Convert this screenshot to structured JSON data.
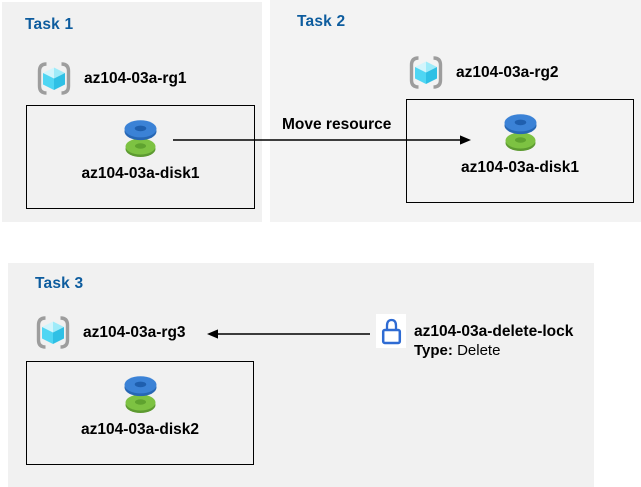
{
  "tasks": [
    {
      "label": "Task 1",
      "rg_name": "az104-03a-rg1",
      "disk_name": "az104-03a-disk1"
    },
    {
      "label": "Task 2",
      "rg_name": "az104-03a-rg2",
      "disk_name": "az104-03a-disk1"
    },
    {
      "label": "Task 3",
      "rg_name": "az104-03a-rg3",
      "disk_name": "az104-03a-disk2"
    }
  ],
  "move_arrow": {
    "label": "Move resource"
  },
  "lock": {
    "name": "az104-03a-delete-lock",
    "type_label": "Type:",
    "type_value": "Delete"
  },
  "icons": {
    "resource_group": "resource-group-icon",
    "disk": "disk-icon",
    "lock": "lock-icon"
  },
  "colors": {
    "panel_bg": "#f1f1f1",
    "task_title_blue": "#0d5c9e",
    "arrow_black": "#000000",
    "disk_blue": "#3b82d6",
    "disk_green": "#7dc242",
    "cube_cyan_light": "#d2f5fc",
    "cube_cyan": "#4fd6f3",
    "cube_cyan_dark": "#2fc0e5",
    "bracket_gray": "#9d9d9d",
    "lock_blue": "#2e6bd3"
  }
}
